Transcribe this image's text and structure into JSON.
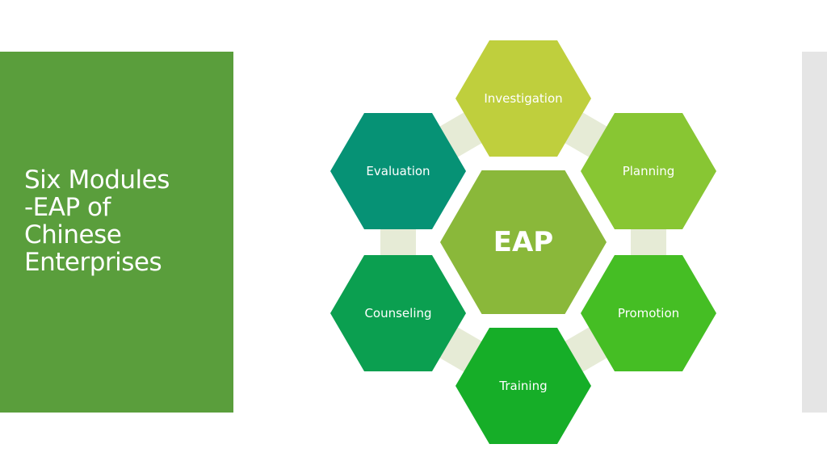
{
  "slide": {
    "title_lines": [
      "Six Modules",
      "-EAP of",
      "Chinese",
      "Enterprises"
    ]
  },
  "diagram": {
    "center": {
      "label": "EAP",
      "color": "#8ab83a"
    },
    "connector_color": "#e6ebd6",
    "modules": [
      {
        "label": "Investigation",
        "color": "#bfcf3d"
      },
      {
        "label": "Planning",
        "color": "#88c633"
      },
      {
        "label": "Promotion",
        "color": "#45be24"
      },
      {
        "label": "Training",
        "color": "#16ae28"
      },
      {
        "label": "Counseling",
        "color": "#0b9f50"
      },
      {
        "label": "Evaluation",
        "color": "#069275"
      }
    ]
  }
}
